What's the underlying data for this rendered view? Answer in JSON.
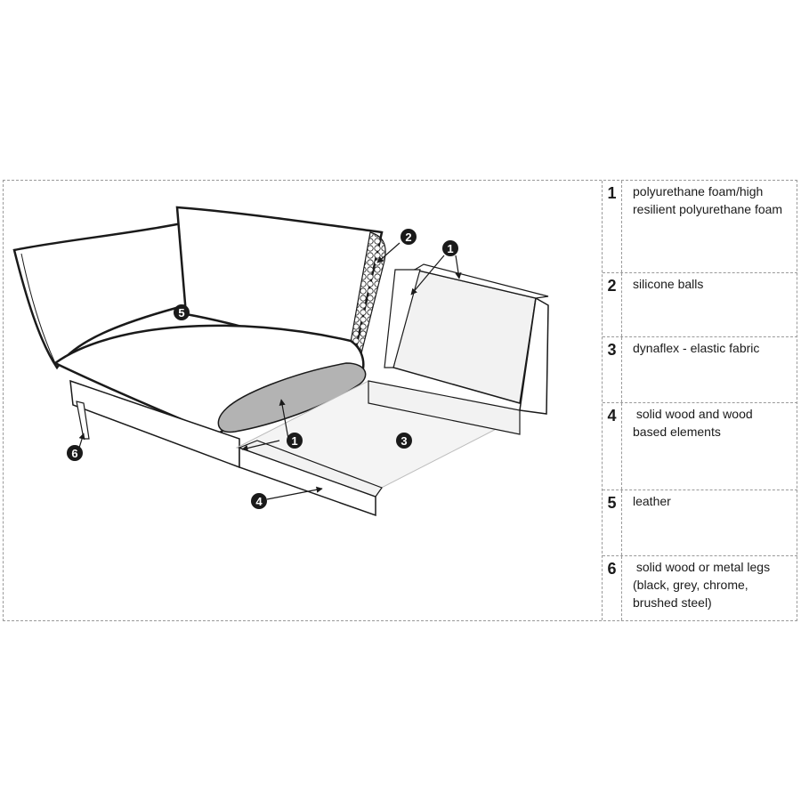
{
  "legend": [
    {
      "number": "1",
      "text": "polyurethane foam/high resilient polyurethane foam"
    },
    {
      "number": "2",
      "text": "silicone balls"
    },
    {
      "number": "3",
      "text": "dynaflex - elastic fabric"
    },
    {
      "number": "4",
      "text": " solid wood and wood based elements"
    },
    {
      "number": "5",
      "text": "leather"
    },
    {
      "number": "6",
      "text": " solid wood or metal legs (black, grey, chrome, brushed steel)"
    }
  ],
  "markers": {
    "m1a": "1",
    "m1b": "1",
    "m2": "2",
    "m3": "3",
    "m4": "4",
    "m5": "5",
    "m6": "6"
  },
  "colors": {
    "outline": "#1a1a1a",
    "panel_fill": "#f2f2f2",
    "foam_fill": "#b3b3b3",
    "marker_fill": "#1a1a1a"
  }
}
